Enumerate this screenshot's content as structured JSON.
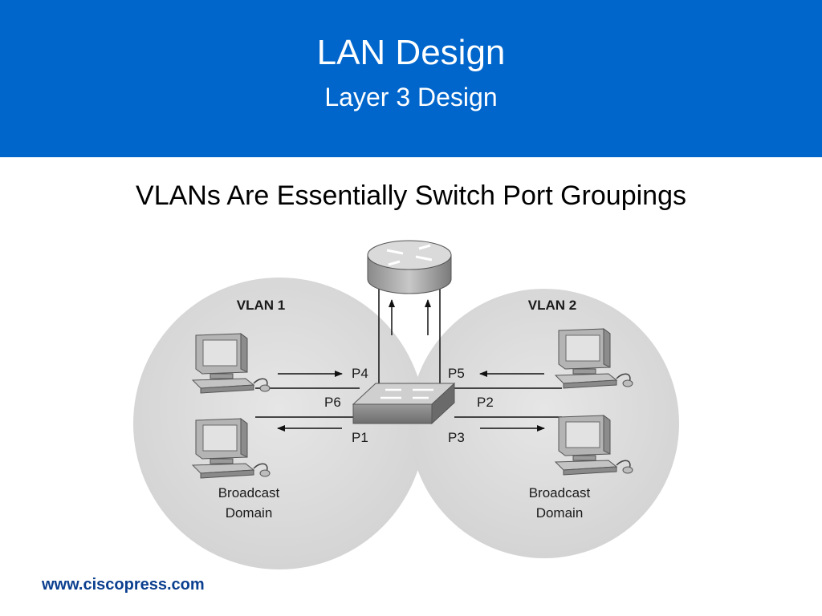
{
  "slide": {
    "title": "LAN Design",
    "subtitle": "Layer 3 Design",
    "heading": "VLANs Are Essentially Switch Port Groupings",
    "footer": "www.ciscopress.com"
  },
  "diagram": {
    "vlans": [
      {
        "label": "VLAN 1",
        "caption_line1": "Broadcast",
        "caption_line2": "Domain"
      },
      {
        "label": "VLAN 2",
        "caption_line1": "Broadcast",
        "caption_line2": "Domain"
      }
    ],
    "ports": [
      "P4",
      "P6",
      "P1",
      "P5",
      "P2",
      "P3"
    ],
    "icons": [
      "router-icon",
      "switch-icon",
      "workstation-icon"
    ]
  },
  "colors": {
    "header_bg": "#0066cc",
    "title_text": "#ffffff",
    "footer_text": "#0b3f8f",
    "domain_circle": "#dcdcdc"
  }
}
